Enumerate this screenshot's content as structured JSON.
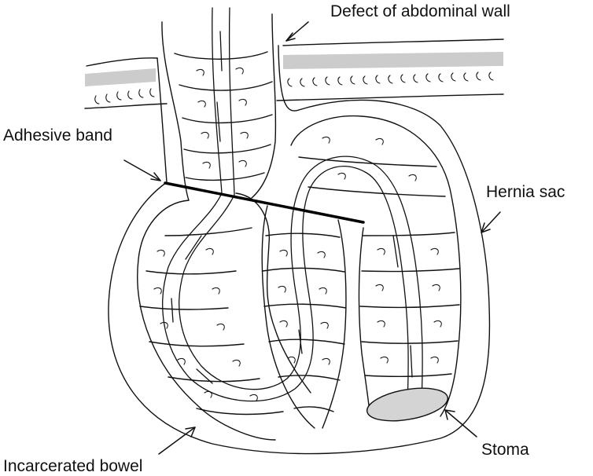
{
  "labels": {
    "defect": "Defect of abdominal wall",
    "adhesive_band": "Adhesive band",
    "hernia_sac": "Hernia sac",
    "stoma": "Stoma",
    "incarcerated_bowel": "Incarcerated bowel"
  },
  "colors": {
    "line": "#111111",
    "fascia": "#cccccc",
    "stoma_fill": "#d4d4d4",
    "background": "#ffffff"
  }
}
